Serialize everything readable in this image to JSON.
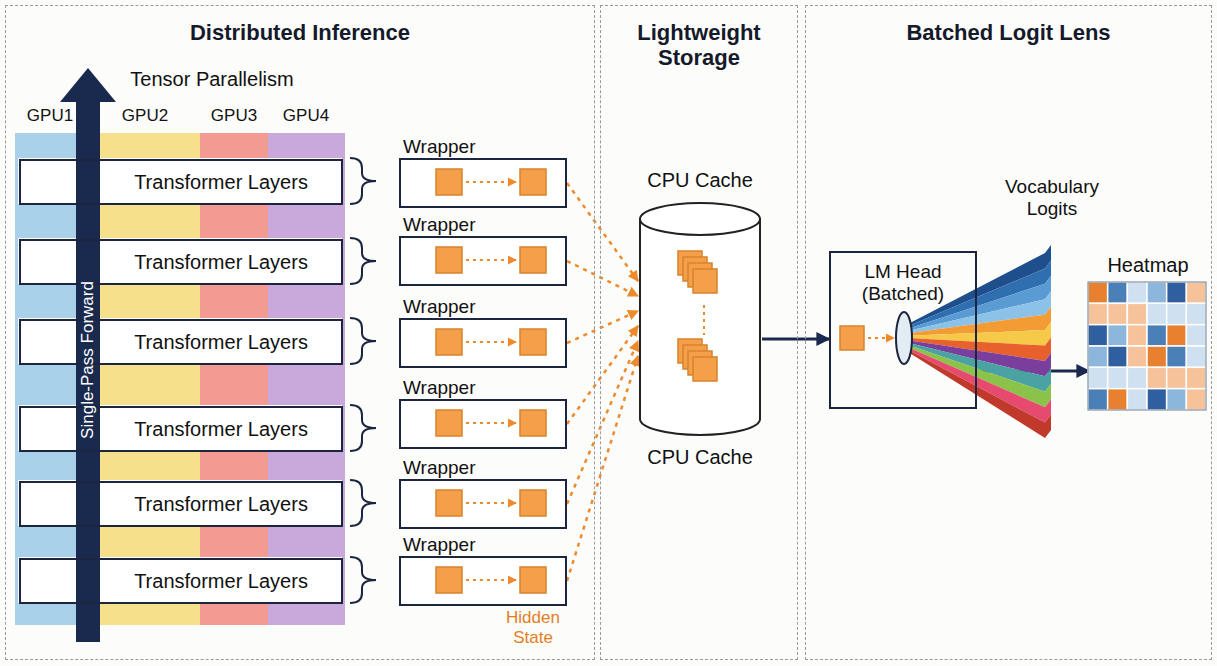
{
  "diagram": {
    "nodes": [
      {
        "text": [
          "Distributed Inference"
        ]
      },
      {
        "text": [
          "Transformer Layers"
        ],
        "in": 0
      },
      {
        "text": [
          "Transformer Layers"
        ],
        "in": 0
      },
      {
        "text": [
          "Transformer Layers"
        ],
        "in": 0
      },
      {
        "text": [
          "Transformer Layers"
        ],
        "in": 0
      },
      {
        "text": [
          "Transformer Layers"
        ],
        "in": 0
      },
      {
        "text": [
          "Transformer Layers"
        ],
        "in": 0
      },
      {
        "text": [
          "Wrapper"
        ],
        "in": 0
      },
      {
        "text": [
          "Wrapper"
        ],
        "in": 0
      },
      {
        "text": [
          "Wrapper"
        ],
        "in": 0
      },
      {
        "text": [
          "Wrapper"
        ],
        "in": 0
      },
      {
        "text": [
          "Wrapper"
        ],
        "in": 0
      },
      {
        "text": [
          "Wrapper"
        ],
        "in": 0
      },
      {
        "text": [
          "Lightweight Storage"
        ]
      },
      {
        "text": [
          "CPU Cache",
          "CPU Cache"
        ],
        "in": 13
      },
      {
        "text": [
          "Batched Logit Lens"
        ]
      },
      {
        "text": [
          "LM Head (Batched)"
        ],
        "in": 15
      },
      {
        "text": [
          "Heatmap"
        ],
        "in": 15
      }
    ],
    "edges": [
      {
        "from": 7,
        "to": 14,
        "arrow": "to"
      },
      {
        "from": 8,
        "to": 14,
        "arrow": "to"
      },
      {
        "from": 9,
        "to": 14,
        "arrow": "to"
      },
      {
        "from": 10,
        "to": 14,
        "arrow": "to"
      },
      {
        "from": 11,
        "to": 14,
        "arrow": "to"
      },
      {
        "from": 12,
        "to": 14,
        "arrow": "to"
      },
      {
        "from": 14,
        "to": 16,
        "arrow": "to"
      },
      {
        "from": 16,
        "to": 17,
        "arrow": "to"
      }
    ],
    "labels": [
      "Tensor Parallelism",
      "GPU1",
      "GPU2",
      "GPU3",
      "GPU4",
      "Single-Pass Forward",
      "Hidden State",
      "Vocabulary Logits"
    ]
  }
}
